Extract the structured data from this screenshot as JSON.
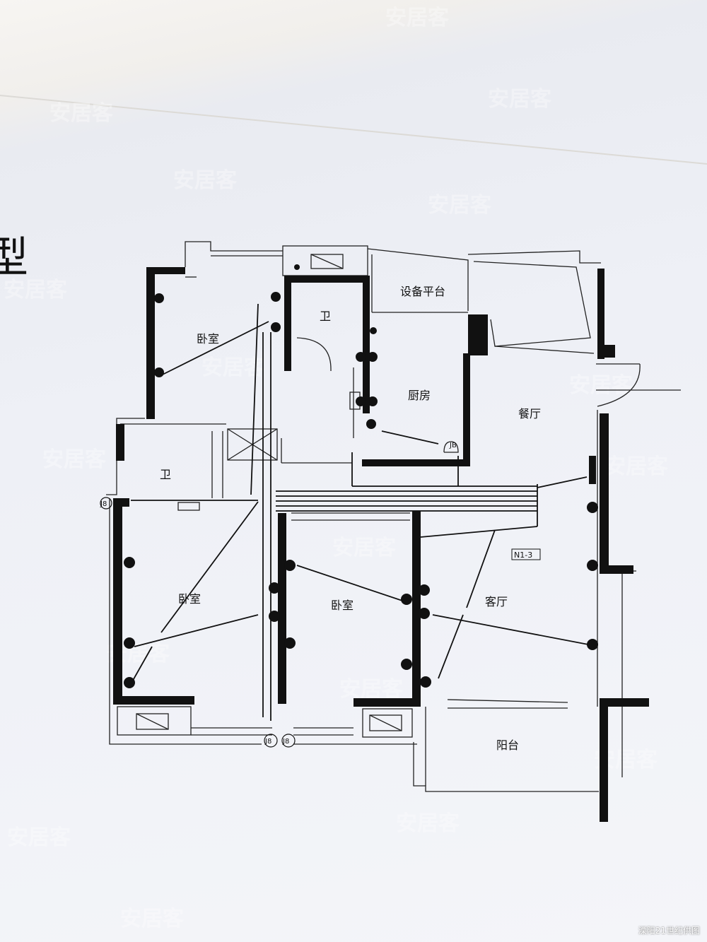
{
  "plan": {
    "type_char": "型",
    "unit_marker": "N1-3",
    "rooms": {
      "bedroom_top": "卧室",
      "bath_top": "卫",
      "equipment": "设备平台",
      "kitchen": "厨房",
      "dining": "餐厅",
      "bath_left": "卫",
      "bedroom_left": "卧室",
      "bedroom_mid": "卧室",
      "living": "客厅",
      "balcony": "阳台"
    },
    "markers": {
      "pipe_left": "J8",
      "pipe_bottom_1": "J8",
      "pipe_bottom_2": "J8",
      "kitchen_pipe": "JB"
    }
  },
  "watermark": "安居客",
  "credit": "溧阳21世纪供图",
  "colors": {
    "wall": "#111111",
    "line": "#222222",
    "paper": "#eef0f6"
  }
}
